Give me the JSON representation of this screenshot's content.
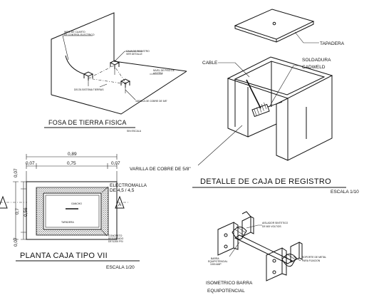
{
  "fosa": {
    "title": "FOSA DE TIERRA FISICA",
    "scale": "SIN ESCALA",
    "label_wire_1": "WIRE DE CUARTO",
    "label_wire_2": "DE CONTROL ELECTRICO",
    "label_box_1": "CAJA DE REGISTRO",
    "label_box_2": "VER DETALLE",
    "label_floor_1": "NIVEL DE PISO DE",
    "label_floor_2": "AZOTEA",
    "label_delta": "DELTA SISTEMA TIERRAS",
    "label_rod": "VARILLA DE COBRE DE 5/8\""
  },
  "caja": {
    "title": "DETALLE DE CAJA DE REGISTRO",
    "scale": "ESCALA 1/10",
    "label_lid": "TAPADERA",
    "label_cable": "CABLE",
    "label_weld_1": "SOLDADURA",
    "label_weld_2": "CADWELD",
    "label_rod": "VARILLA DE COBRE DE 5/8\""
  },
  "planta": {
    "title": "PLANTA CAJA TIPO VII",
    "scale": "ESCALA 1/20",
    "dim_total_w": "0,89",
    "dim_inner_w": "0,75",
    "dim_left": "0,07",
    "dim_right": "0,07",
    "dim_total_h": "0,7",
    "dim_inner_h": "0,56",
    "dim_top": "0,07",
    "dim_bottom": "0,07",
    "label_mesh_1": "ELECTROMALLA",
    "label_mesh_2": "DE 4,5 / 4,5",
    "label_hook": "GANCHO",
    "label_lid": "TAPADERA",
    "label_concrete_1": "CONCRETO",
    "label_concrete_2": "REFORZADO",
    "label_concrete_3": "DE 5,000 PSI",
    "section_mark": "A"
  },
  "barra": {
    "title_1": "ISOMETRICO BARRA",
    "title_2": "EQUIPOTENCIAL",
    "label_insulator_1": "AISLADOR SINTETICO",
    "label_insulator_2": "DE 600 VOLTIOS",
    "label_bar_1": "BARRA",
    "label_bar_2": "EQUIPOTENCIAL",
    "label_bar_3": "1000 AMP",
    "label_support_1": "SOPORTE DE METAL",
    "label_support_2": "PARA FIJACION"
  }
}
